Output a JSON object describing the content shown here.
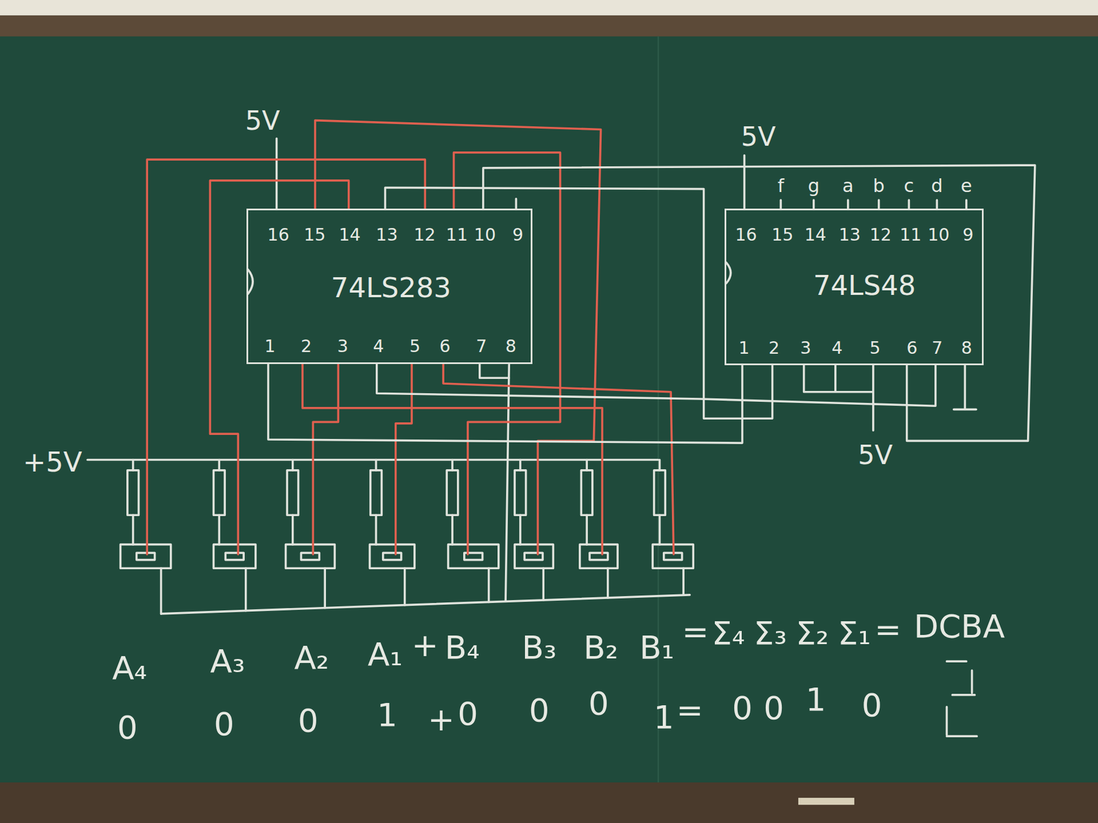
{
  "diagram": {
    "nodes": [
      {
        "text": [
          "74LS283",
          "16",
          "15",
          "14",
          "13",
          "12",
          "11",
          "10",
          "9",
          "1",
          "2",
          "3",
          "4",
          "5",
          "6",
          "7",
          "8"
        ]
      },
      {
        "text": [
          "74LS48",
          "16",
          "15",
          "14",
          "13",
          "12",
          "11",
          "10",
          "9",
          "1",
          "2",
          "3",
          "4",
          "5",
          "6",
          "7",
          "8"
        ]
      }
    ],
    "edges": [
      {
        "from": 0,
        "to": 1,
        "arrow": "none"
      },
      {
        "from": 0,
        "to": 1,
        "arrow": "none"
      },
      {
        "from": 0,
        "to": 1,
        "arrow": "none"
      },
      {
        "from": 0,
        "to": 1,
        "arrow": "none"
      }
    ],
    "labels": [
      "5V",
      "5V",
      "f",
      "g",
      "a",
      "b",
      "c",
      "d",
      "e",
      "5V",
      "+5V",
      "A₄",
      "A₃",
      "A₂",
      "A₁",
      "+",
      "B₄",
      "B₃",
      "B₂",
      "B₁",
      "=",
      "Σ₄",
      "Σ₃",
      "Σ₂",
      "Σ₁",
      "=",
      "DCBA",
      "0",
      "0",
      "0",
      "1",
      "+",
      "0",
      "0",
      "0",
      "1",
      "=",
      "0",
      "0",
      "1",
      "0"
    ]
  }
}
